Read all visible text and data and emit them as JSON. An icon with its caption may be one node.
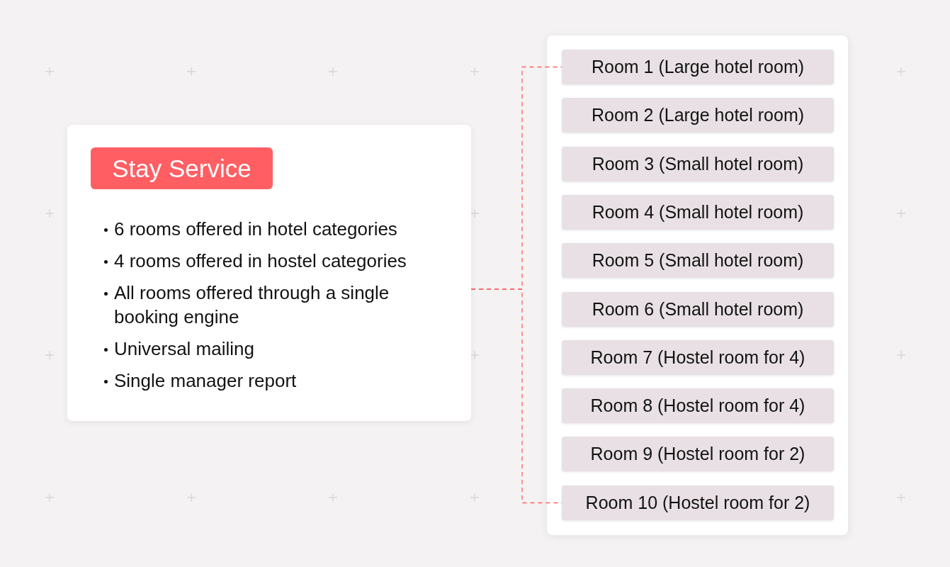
{
  "diagram": {
    "nodes": [
      {
        "text": [
          "6 rooms offered in hotel categories",
          "4 rooms offered in hostel categories",
          "All rooms offered through a single booking engine",
          "Universal mailing",
          "Single manager report"
        ]
      },
      {
        "text": [
          "Stay Service"
        ],
        "in": 0
      },
      {
        "text": [],
        "shape": "box"
      },
      {
        "text": [
          "Room 1 (Large hotel room)"
        ],
        "in": 2
      },
      {
        "text": [
          "Room 2 (Large hotel room)"
        ],
        "in": 2
      },
      {
        "text": [
          "Room 3 (Small hotel room)"
        ],
        "in": 2
      },
      {
        "text": [
          "Room 4 (Small hotel room)"
        ],
        "in": 2
      },
      {
        "text": [
          "Room 5 (Small hotel room)"
        ],
        "in": 2
      },
      {
        "text": [
          "Room 6 (Small hotel room)"
        ],
        "in": 2
      },
      {
        "text": [
          "Room 7 (Hostel room for 4)"
        ],
        "in": 2
      },
      {
        "text": [
          "Room 8 (Hostel room for 4)"
        ],
        "in": 2
      },
      {
        "text": [
          "Room 9 (Hostel room for 2)"
        ],
        "in": 2
      },
      {
        "text": [
          "Room 10 (Hostel room for 2)"
        ],
        "in": 2
      }
    ],
    "edges": [
      {
        "from": 0,
        "to": 3,
        "arrow": "none",
        "style": "dashed"
      },
      {
        "from": 0,
        "to": 12,
        "arrow": "none",
        "style": "dashed"
      }
    ]
  }
}
